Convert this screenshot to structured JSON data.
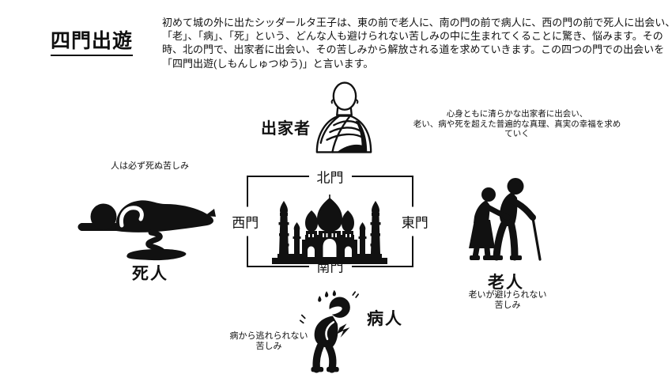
{
  "title": "四門出遊",
  "intro": "初めて城の外に出たシッダールタ王子は、東の前で老人に、南の門の前で病人に、西の門の前で死人に出会い、「老」、「病」、「死」という、どんな人も避けられない苦しみの中に生まれてくることに驚き、悩みます。その時、北の門で、出家者に出会い、その苦しみから解放される道を求めていきます。この四つの門での出会いを「四門出遊(しもんしゅつゆう)」と言います。",
  "monk": {
    "label": "出家者",
    "caption_line1": "心身ともに清らかな出家者に出会い、",
    "caption_line2": "老い、病や死を超えた普遍的な真理、真実の幸福を求めていく"
  },
  "gates": {
    "north": "北門",
    "west": "西門",
    "east": "東門",
    "south": "南門"
  },
  "dead_person": {
    "label": "死人",
    "caption": "人は必ず死ぬ苦しみ"
  },
  "old_person": {
    "label": "老人",
    "caption_line1": "老いが避けられない",
    "caption_line2": "苦しみ"
  },
  "sick_person": {
    "label": "病人",
    "caption_line1": "病から逃れられない",
    "caption_line2": "苦しみ"
  },
  "colors": {
    "ink": "#111111",
    "background": "#ffffff"
  }
}
